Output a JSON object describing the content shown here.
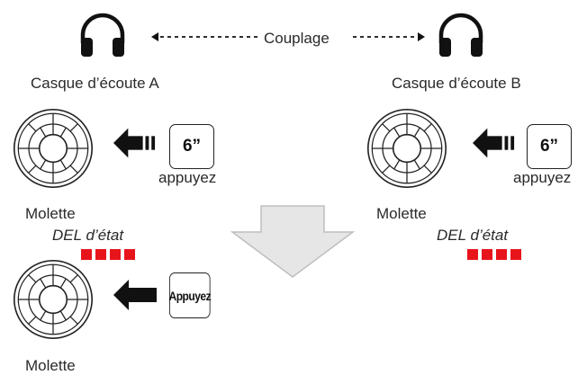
{
  "coupling_label": "Couplage",
  "headset_a": {
    "caption": "Casque d’écoute A"
  },
  "headset_b": {
    "caption": "Casque d’écoute B"
  },
  "left": {
    "button_label": "6”",
    "press_caption": "appuyez",
    "wheel_caption": "Molette",
    "led_caption": "DEL d’état"
  },
  "right": {
    "button_label": "6”",
    "press_caption": "appuyez",
    "wheel_caption": "Molette",
    "led_caption": "DEL d’état"
  },
  "bottom": {
    "button_label": "Appuyez",
    "wheel_caption": "Molette"
  },
  "colors": {
    "led": "#e8141c",
    "ink": "#111111",
    "big_arrow_fill": "#e6e6e6",
    "big_arrow_stroke": "#bdbdbd"
  },
  "icons": [
    "headphones-icon",
    "wheel-icon",
    "press-arrow-icon",
    "down-arrow-icon"
  ]
}
